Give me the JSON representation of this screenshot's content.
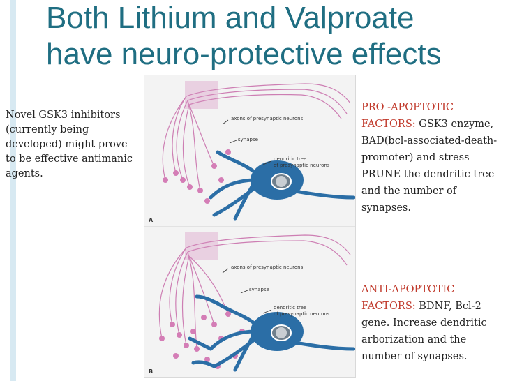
{
  "title": {
    "line1": "Both Lithium and Valproate",
    "line2": "have neuro-protective effects"
  },
  "left_note": "Novel GSK3 inhibitors (currently being developed) might prove to be effective antimanic agents.",
  "figure": {
    "panel_a": {
      "letter": "A",
      "label_axons": "axons of presynaptic neurons",
      "label_synapse": "synapse",
      "label_dendritic1": "dendritic tree",
      "label_dendritic2": "of presynaptic neurons"
    },
    "panel_b": {
      "letter": "B",
      "label_axons": "axons of presynaptic neurons",
      "label_synapse": "synapse",
      "label_dendritic1": "dendritic tree",
      "label_dendritic2": "of presynaptic neurons"
    }
  },
  "pro": {
    "heading": "PRO -APOPTOTIC FACTORS:",
    "body": " GSK3 enzyme, BAD(bcl-associated-death-promoter) and stress PRUNE the  dendritic tree and the number of synapses."
  },
  "anti": {
    "heading": " ANTI-APOPTOTIC FACTORS:",
    "body": " BDNF, Bcl-2 gene. Increase dendritic arborization and the number of synapses."
  },
  "colors": {
    "title": "#1f6e82",
    "heading": "#c0392b",
    "neuron": "#2b6ea6",
    "axon": "#c76aa8"
  }
}
